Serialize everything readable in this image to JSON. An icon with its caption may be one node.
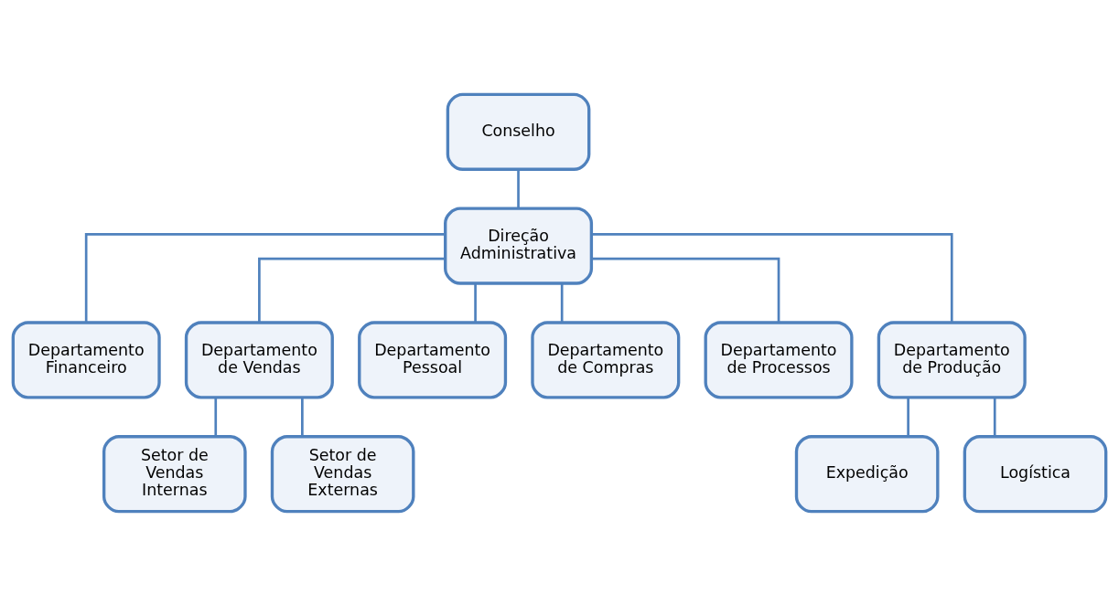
{
  "diagram": {
    "nodes": [
      {
        "text": [
          "Conselho"
        ]
      },
      {
        "text": [
          "Direção Administrativa"
        ]
      },
      {
        "text": [
          "Departamento Financeiro"
        ]
      },
      {
        "text": [
          "Departamento de Vendas"
        ]
      },
      {
        "text": [
          "Departamento Pessoal"
        ]
      },
      {
        "text": [
          "Departamento de Compras"
        ]
      },
      {
        "text": [
          "Departamento de Processos"
        ]
      },
      {
        "text": [
          "Departamento de Produção"
        ]
      },
      {
        "text": [
          "Setor de Vendas Internas"
        ]
      },
      {
        "text": [
          "Setor de Vendas Externas"
        ]
      },
      {
        "text": [
          "Expedição"
        ]
      },
      {
        "text": [
          "Logística"
        ]
      }
    ],
    "edges": [
      {
        "from": 0,
        "to": 1,
        "arrow": "none"
      },
      {
        "from": 1,
        "to": 2,
        "arrow": "none"
      },
      {
        "from": 1,
        "to": 3,
        "arrow": "none"
      },
      {
        "from": 1,
        "to": 4,
        "arrow": "none"
      },
      {
        "from": 1,
        "to": 5,
        "arrow": "none"
      },
      {
        "from": 1,
        "to": 6,
        "arrow": "none"
      },
      {
        "from": 1,
        "to": 7,
        "arrow": "none"
      },
      {
        "from": 3,
        "to": 8,
        "arrow": "none"
      },
      {
        "from": 3,
        "to": 9,
        "arrow": "none"
      },
      {
        "from": 7,
        "to": 10,
        "arrow": "none"
      },
      {
        "from": 7,
        "to": 11,
        "arrow": "none"
      }
    ]
  }
}
